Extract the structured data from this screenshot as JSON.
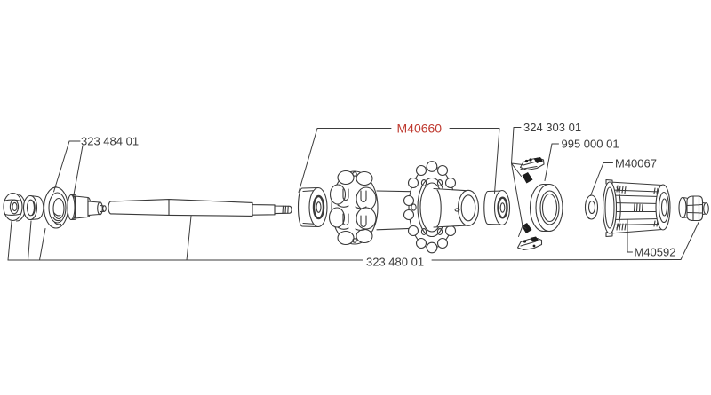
{
  "diagram": {
    "type": "exploded-parts-diagram",
    "subject": "bicycle hub assembly",
    "background_color": "#ffffff",
    "line_color": "#3a3a3a",
    "label_color": "#3b3b3b",
    "highlight_color": "#bf3a30",
    "labels": {
      "axle_end_cap": "323 484 01",
      "bearing_pair": "M40660",
      "pawl_spring_kit": "324 303 01",
      "seal": "995 000 01",
      "spacer_washer": "M40067",
      "freehub_body": "M40592",
      "axle_assembly": "323 480 01"
    }
  }
}
